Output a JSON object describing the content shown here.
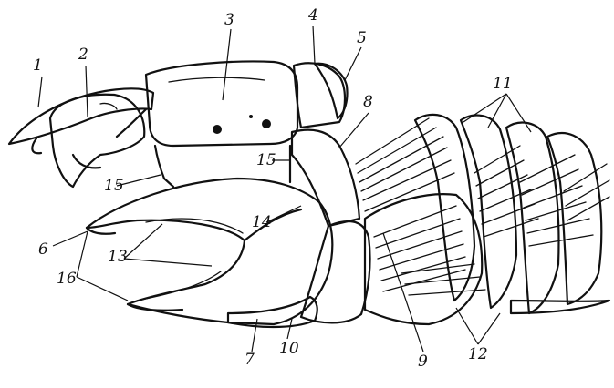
{
  "labels": {
    "l1": "1",
    "l2": "2",
    "l3": "3",
    "l4": "4",
    "l5": "5",
    "l6": "6",
    "l7": "7",
    "l8": "8",
    "l9": "9",
    "l10": "10",
    "l11": "11",
    "l12": "12",
    "l13": "13",
    "l14": "14",
    "l15a": "15",
    "l15b": "15",
    "l16": "16"
  },
  "colors": {
    "ink": "#111111",
    "paper": "#ffffff"
  }
}
